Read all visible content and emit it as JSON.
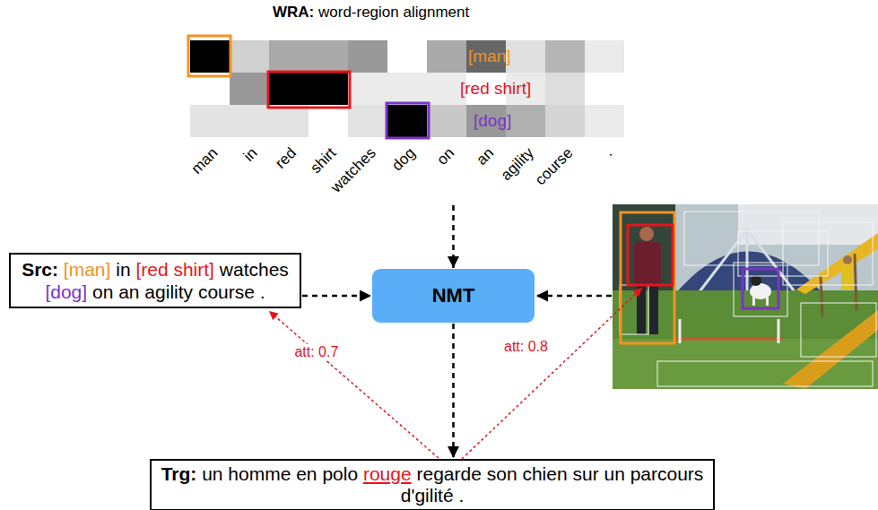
{
  "diagram": {
    "nodes": [
      {
        "text": [
          "WRA:",
          "word-region alignment",
          "[man]",
          "[red shirt]",
          "[dog]",
          "man",
          "in",
          "red",
          "shirt",
          "watches",
          "dog",
          "on",
          "an",
          "agility",
          "course",
          "."
        ]
      },
      {
        "text": [
          "Src:",
          "[man]",
          "in",
          "[red shirt]",
          "watches",
          "[dog]",
          "on an agility course ."
        ]
      },
      {
        "text": [
          "NMT"
        ]
      },
      {
        "text": [
          "Trg:",
          "un homme en polo",
          "rouge",
          "regarde son chien sur un parcours d'gilité ."
        ]
      }
    ],
    "edges": [
      {
        "from": 0,
        "to": 2,
        "arrow": "to"
      },
      {
        "from": 1,
        "to": 2,
        "arrow": "to"
      },
      {
        "from": 2,
        "to": 3,
        "arrow": "to"
      },
      {
        "from": 3,
        "to": 1,
        "arrow": "to",
        "label": "att: 0.7"
      }
    ],
    "labels": [
      "att: 0.8"
    ]
  }
}
